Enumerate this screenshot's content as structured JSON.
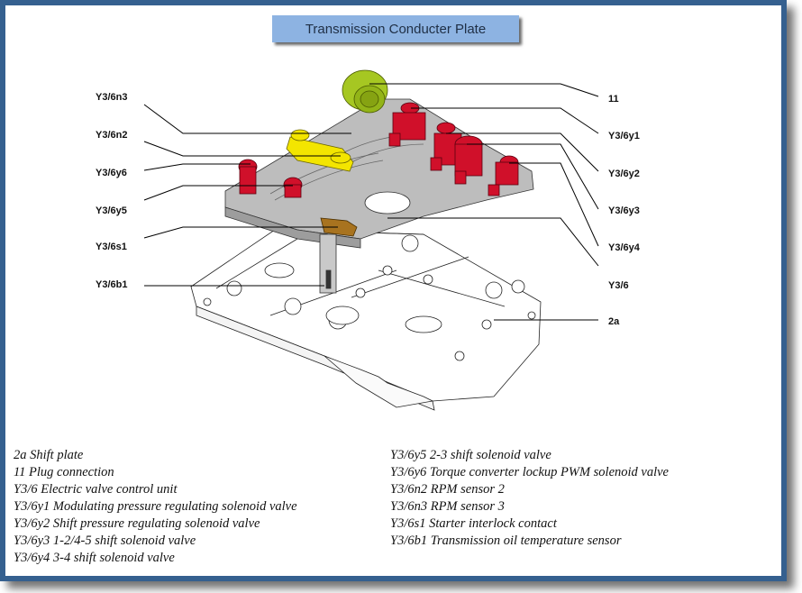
{
  "title": "Transmission Conducter Plate",
  "colors": {
    "frame": "#35608f",
    "title_bg": "#8db3e2",
    "connector_green": "#9cc31c",
    "solenoid_red": "#d0102a",
    "sensor_yellow": "#f2e600",
    "contact_brown": "#a8731f",
    "plate_gray": "#b9b9b9"
  },
  "callouts_left": [
    {
      "id": "Y3/6n3",
      "label": "Y3/6n3"
    },
    {
      "id": "Y3/6n2",
      "label": "Y3/6n2"
    },
    {
      "id": "Y3/6y6",
      "label": "Y3/6y6"
    },
    {
      "id": "Y3/6y5",
      "label": "Y3/6y5"
    },
    {
      "id": "Y3/6s1",
      "label": "Y3/6s1"
    },
    {
      "id": "Y3/6b1",
      "label": "Y3/6b1"
    }
  ],
  "callouts_right": [
    {
      "id": "11",
      "label": "11"
    },
    {
      "id": "Y3/6y1",
      "label": "Y3/6y1"
    },
    {
      "id": "Y3/6y2",
      "label": "Y3/6y2"
    },
    {
      "id": "Y3/6y3",
      "label": "Y3/6y3"
    },
    {
      "id": "Y3/6y4",
      "label": "Y3/6y4"
    },
    {
      "id": "Y3/6",
      "label": "Y3/6"
    },
    {
      "id": "2a",
      "label": "2a"
    }
  ],
  "legend_left": [
    "2a Shift plate",
    "11 Plug connection",
    "Y3/6 Electric valve control unit",
    "Y3/6y1 Modulating pressure regulating solenoid valve",
    "Y3/6y2 Shift pressure regulating solenoid valve",
    "Y3/6y3 1-2/4-5 shift solenoid valve",
    "Y3/6y4 3-4 shift solenoid valve"
  ],
  "legend_right": [
    "Y3/6y5 2-3 shift solenoid valve",
    "Y3/6y6 Torque converter lockup PWM solenoid valve",
    "Y3/6n2 RPM sensor 2",
    "Y3/6n3 RPM sensor 3",
    "Y3/6s1 Starter interlock contact",
    "Y3/6b1 Transmission oil temperature sensor"
  ]
}
